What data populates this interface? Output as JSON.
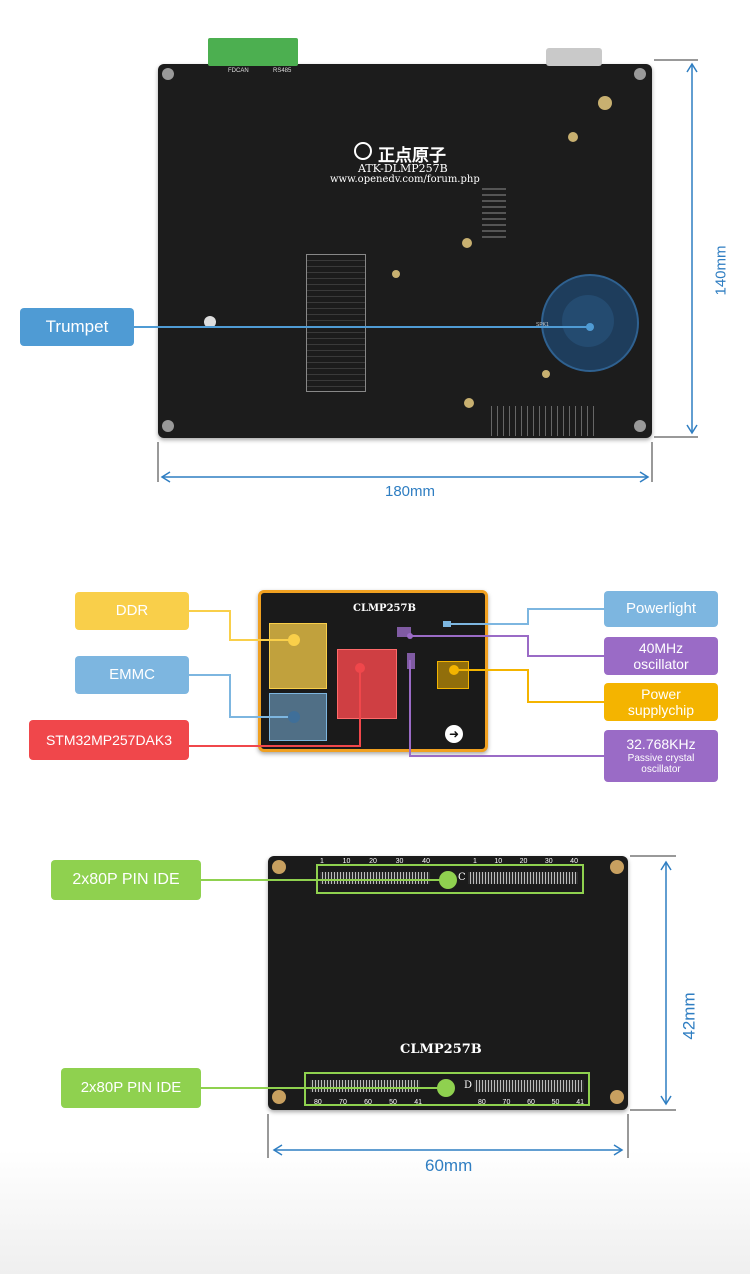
{
  "board1": {
    "brand": "正点原子",
    "model": "ATK-DLMP257B",
    "url": "www.openedv.com/forum.php",
    "connector_top_left": "FDCAN",
    "connector_top_right": "RS485",
    "speaker_label": "SPK1",
    "callout_trumpet": "Trumpet",
    "dim_width": "180mm",
    "dim_height": "140mm"
  },
  "board2": {
    "silk_name": "CLMP257B",
    "callouts": {
      "ddr": "DDR",
      "emmc": "EMMC",
      "soc": "STM32MP257DAK3",
      "powerlight": "Powerlight",
      "osc40_line1": "40MHz",
      "osc40_line2": "oscillator",
      "power_line1": "Power",
      "power_line2": "supplychip",
      "xtal_line1": "32.768KHz",
      "xtal_line2": "Passive crystal",
      "xtal_line3": "oscillator"
    }
  },
  "board3": {
    "silk_name": "CLMP257B",
    "conn_top_letter": "C",
    "conn_bottom_letter": "D",
    "pins_top_left": [
      "1",
      "10",
      "20",
      "30",
      "40"
    ],
    "pins_top_right": [
      "1",
      "10",
      "20",
      "30",
      "40"
    ],
    "pins_bottom_left": [
      "80",
      "70",
      "60",
      "50",
      "41"
    ],
    "pins_bottom_right": [
      "80",
      "70",
      "60",
      "50",
      "41"
    ],
    "callout_top": "2x80P PIN IDE",
    "callout_bottom": "2x80P PIN IDE",
    "dim_width": "60mm",
    "dim_height": "42mm"
  },
  "colors": {
    "blue": "#4f9bd4",
    "lightblue": "#7db6e0",
    "yellow": "#f9cf4a",
    "red": "#f0474b",
    "purple": "#9a6bc6",
    "gold": "#f4b400",
    "green": "#8fd14f",
    "dim": "#2f7ec2"
  }
}
